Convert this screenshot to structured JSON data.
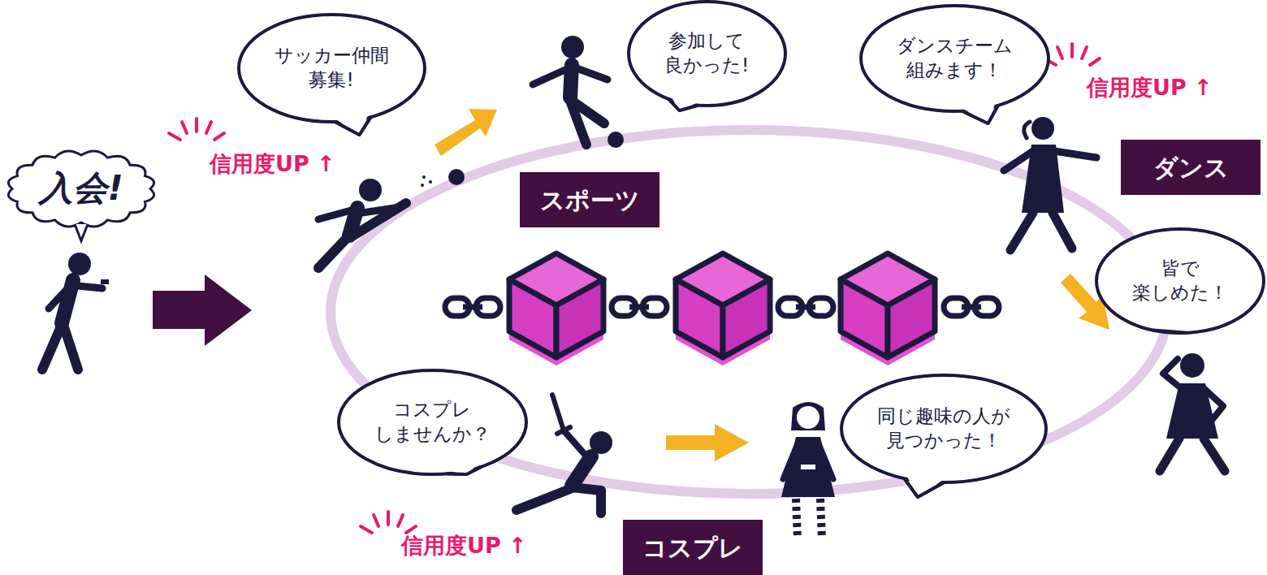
{
  "diagram": {
    "nodes": [
      {
        "text": [
          "入会!"
        ]
      },
      {
        "text": [
          "サッカー仲間 募集!"
        ]
      },
      {
        "text": [
          "参加して 良かった!"
        ]
      },
      {
        "text": [
          "スポーツ"
        ]
      },
      {
        "text": [
          "ダンスチーム 組みます！"
        ]
      },
      {
        "text": [
          "ダンス"
        ]
      },
      {
        "text": [
          "皆で 楽しめた！"
        ]
      },
      {
        "text": [
          "コスプレ しませんか？"
        ]
      },
      {
        "text": [
          "同じ趣味の人が 見つかった！"
        ]
      },
      {
        "text": [
          "コスプレ"
        ]
      }
    ],
    "labels": [
      "信用度UP ↑",
      "信用度UP ↑",
      "信用度UP ↑"
    ]
  }
}
